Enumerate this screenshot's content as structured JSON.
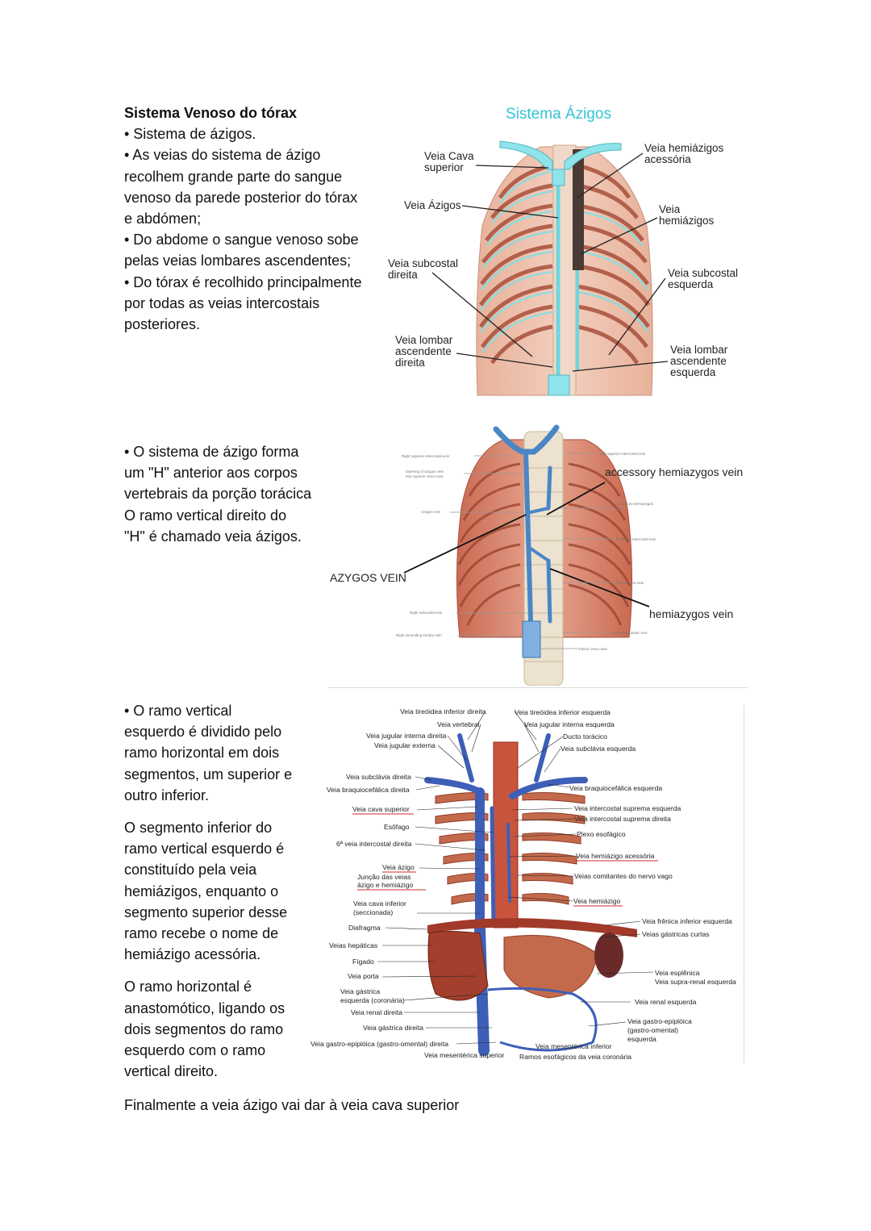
{
  "section1": {
    "title": "Sistema Venoso do tórax",
    "lines": [
      "• Sistema de ázigos.",
      "• As veias do sistema de ázigo",
      "recolhem grande parte do sangue",
      "venoso da parede posterior do tórax",
      "e abdómen;",
      "• Do abdome o sangue venoso sobe",
      "pelas veias lombares ascendentes;",
      "• Do tórax é recolhido principalmente",
      "por todas as veias intercostais",
      "posteriores."
    ]
  },
  "figure1": {
    "title": "Sistema Ázigos",
    "labels": {
      "vcs1": "Veia Cava",
      "vcs2": "superior",
      "azigos": "Veia Ázigos",
      "subd1": "Veia subcostal",
      "subd2": "direita",
      "lombd1": "Veia lombar",
      "lombd2": "ascendente",
      "lombd3": "direita",
      "hemiac1": "Veia hemiázigos",
      "hemiac2": "acessória",
      "hemi1": "Veia",
      "hemi2": "hemiázigos",
      "sube1": "Veia subcostal",
      "sube2": "esquerda",
      "lombe1": "Veia lombar",
      "lombe2": "ascendente",
      "lombe3": "esquerda"
    }
  },
  "section2": {
    "lines": [
      "• O sistema de ázigo forma",
      "um \"H\" anterior aos corpos",
      "vertebrais da porção torácica",
      "O ramo vertical direito do",
      "\"H\" é chamado veia ázigos."
    ]
  },
  "figure2": {
    "labels": {
      "accessory": "accessory hemiazygos vein",
      "azygos": "AZYGOS VEIN",
      "hemiazygos": "hemiazygos vein",
      "small_right_superior": "Right superior intercostal vein",
      "small_opening1": "Opening of azygos vein",
      "small_opening2": "into superior vena cava",
      "small_azygos": "Azygos vein",
      "small_right_subcostal": "Right subcostal vein",
      "small_right_ascending": "Right ascending lumbar vein",
      "small_left_superior": "Left superior intercostal vein",
      "small_accessory1": "Accessory hemiazygos",
      "small_accessory2": "vein",
      "small_posterior": "Posterior intercostal vein",
      "small_hemiazygos": "Hemiazygos vein",
      "small_ascending": "Ascending lumbar vein",
      "small_ivc": "Inferior vena cava"
    }
  },
  "section3": {
    "p1": [
      "• O ramo vertical",
      "esquerdo é dividido pelo",
      "ramo horizontal em dois",
      "segmentos, um superior e",
      "outro inferior."
    ],
    "p2": [
      "O segmento inferior do",
      "ramo vertical esquerdo é",
      "constituído pela veia",
      "hemiázigos, enquanto o",
      "segmento superior desse",
      "ramo recebe o nome de",
      "hemiázigo acessória."
    ],
    "p3": [
      "O ramo horizontal é",
      "anastomótico, ligando os",
      "dois segmentos do ramo",
      "esquerdo com o ramo",
      "vertical direito."
    ]
  },
  "figure3": {
    "left": [
      "Veia tireóidea inferior direita",
      "Veia vertebral",
      "Veia jugular interna direita",
      "Veia jugular externa",
      "Veia subclávia direita",
      "Veia braquiocefálica direita",
      "Veia cava superior",
      "Esôfago",
      "6ª veia intercostal direita",
      "Veia ázigo",
      "Junção das veias",
      "ázigo e hemiázigo",
      "Veia cava inferior",
      "(seccionada)",
      "Diafragma",
      "Veias hepáticas",
      "Fígado",
      "Veia porta",
      "Veia gástrica",
      "esquerda (coronária)",
      "Veia renal direita",
      "Veia gástrica direita",
      "Veia gastro-epiplóica (gastro-omental) direita"
    ],
    "right": [
      "Veia tireóidea inferior esquerda",
      "Veia jugular interna esquerda",
      "Ducto torácico",
      "Veia subclávia esquerda",
      "Veia braquiocefálica esquerda",
      "Veia intercostal suprema esquerda",
      "Veia intercostal suprema direita",
      "Plexo esofágico",
      "Veia hemiázigo acessória",
      "Veias comitantes do nervo vago",
      "Veia hemiázigo",
      "Veia frênica inferior esquerda",
      "Veias gástricas curtas",
      "Veia esplênica",
      "Veia supra-renal esquerda",
      "Veia renal esquerda",
      "Veia gastro-epiplóica",
      "(gastro-omental)",
      "esquerda"
    ],
    "bottom": [
      "Veia mesentérica superior",
      "Veia mesentérica inferior",
      "Ramos esofágicos da veia coronária"
    ]
  },
  "closing": "Finalmente a veia ázigo vai dar à veia cava superior"
}
